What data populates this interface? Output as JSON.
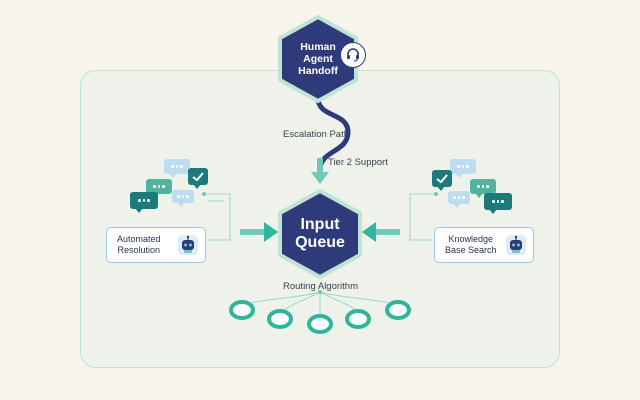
{
  "nodes": {
    "human_handoff": "Human\nAgent\nHandoff",
    "input_queue": "Input\nQueue"
  },
  "labels": {
    "escalation_path": "Escalation Path",
    "tier2": "Tier 2 Support",
    "routing": "Routing Algorithm"
  },
  "cards": {
    "automated_resolution": "Automated\nResolution",
    "knowledge_base": "Knowledge\nBase Search"
  },
  "colors": {
    "navy": "#2f3a7a",
    "teal": "#2fb59a",
    "dark_teal": "#1d7a7a",
    "light_blue": "#bcdcf0",
    "mint": "#6fc8b8"
  },
  "icons": [
    "headset-icon",
    "robot-icon",
    "chat-bubble-icon",
    "checkmark-icon"
  ]
}
